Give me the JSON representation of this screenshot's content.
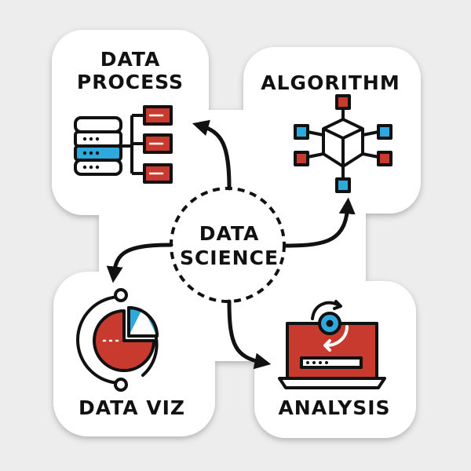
{
  "labels": {
    "data_process": [
      "DATA",
      "PROCESS"
    ],
    "algorithm": "ALGORITHM",
    "center": [
      "DATA",
      "SCIENCE"
    ],
    "data_viz": "DATA VIZ",
    "analysis": "ANALYSIS"
  },
  "icons": [
    "database-icon",
    "network-cube-icon",
    "pie-chart-icon",
    "laptop-analysis-icon"
  ],
  "colors": {
    "red": "#c73a2d",
    "blue": "#2fa8dc",
    "ink": "#111111",
    "sticker": "#ffffff"
  }
}
